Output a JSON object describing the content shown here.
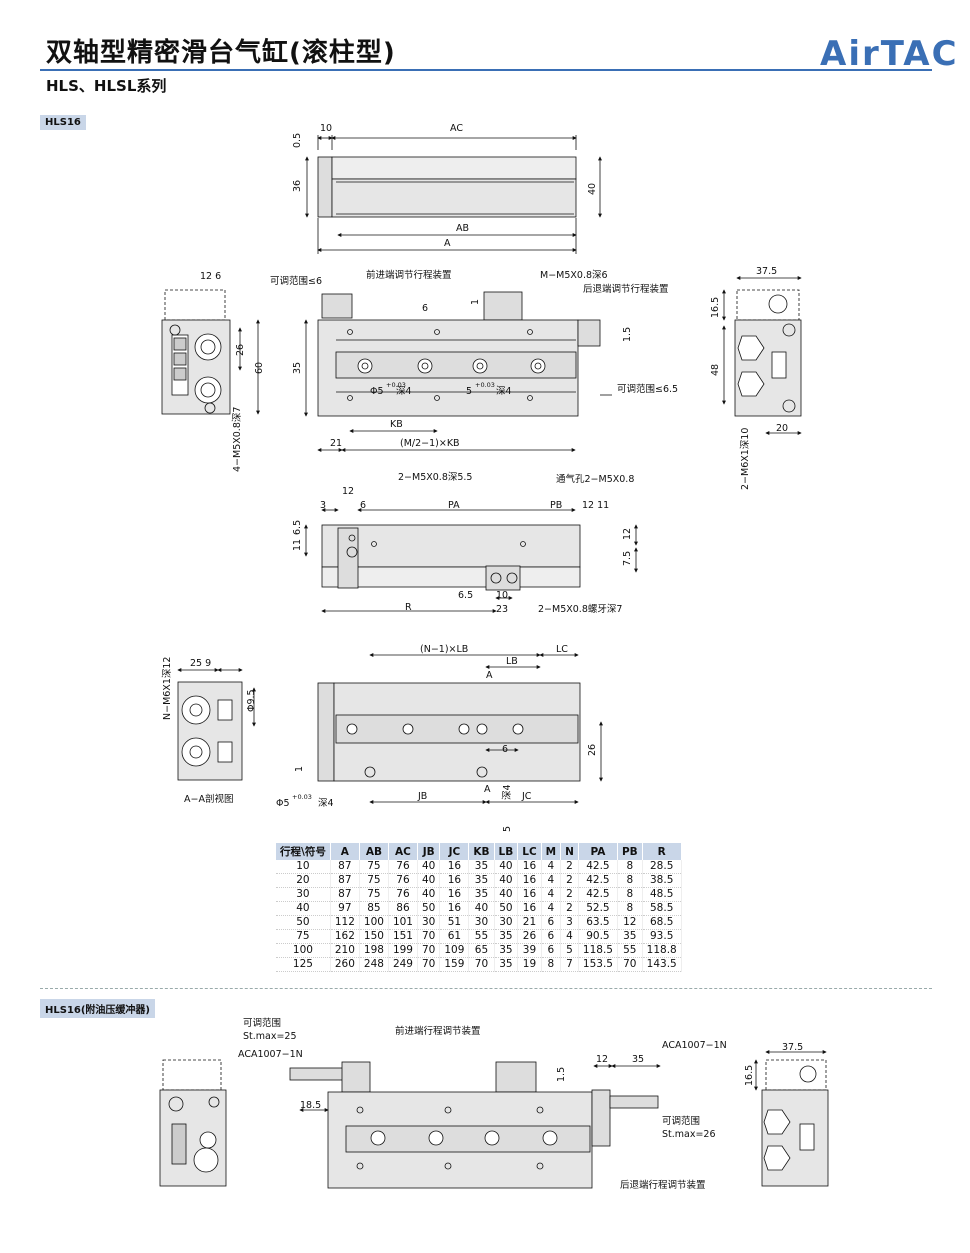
{
  "header": {
    "title": "双轴型精密滑台气缸(滚柱型)",
    "subtitle": "HLS、HLSL系列",
    "brand": "AirTAC"
  },
  "section1": {
    "tag": "HLS16"
  },
  "section2": {
    "tag": "HLS16(附油压缓冲器)"
  },
  "labels": {
    "l10": "10",
    "lAC": "AC",
    "l05": "0.5",
    "l36": "36",
    "l40": "40",
    "lAB": "AB",
    "lA": "A",
    "l12_6": "12  6",
    "lAdjRange6": "可调范围≤6",
    "lFrontAdj": "前进端调节行程装置",
    "lMM5": "M−M5X0.8深6",
    "lRearAdj": "后退端调节行程装置",
    "l6": "6",
    "l1": "1",
    "l15": "1.5",
    "l35": "35",
    "l26": "26",
    "l60": "60",
    "lPhi5": "Φ5",
    "lDeep4a": "深4",
    "l5": "5",
    "lDeep4b": "深4",
    "lAdjRange65": "可调范围≤6.5",
    "lKB": "KB",
    "l21": "21",
    "lM2KB": "(M/2−1)×KB",
    "l4M5": "4−M5X0.8深7",
    "l375": "37.5",
    "l165": "16.5",
    "l48": "48",
    "l20": "20",
    "l2M6": "2−M6X1深10",
    "l2M5a": "2−M5X0.8深5.5",
    "lVent": "通气孔2−M5X0.8",
    "l3": "3",
    "l12": "12",
    "l6b": "6",
    "lPA": "PA",
    "lPB": "PB",
    "l12_11": "12  11",
    "l11": "11",
    "l65": "6.5",
    "l12r": "12",
    "l75": "7.5",
    "l65b": "6.5",
    "l10b": "10",
    "lR": "R",
    "l23": "23",
    "l2M5b": "2−M5X0.8螺牙深7",
    "lNM6": "N−M6X1深12",
    "l25_9": "25   9",
    "lPhi95": "Φ9.5",
    "lAA": "A−A剖视图",
    "lN1LB": "(N−1)×LB",
    "lLC": "LC",
    "lLB": "LB",
    "lA2": "A",
    "l6c": "6",
    "l26b": "26",
    "l1b": "1",
    "lPhi5b": "Φ5",
    "lDeep4c": "深4",
    "lJB": "JB",
    "lA3": "A",
    "lJC": "JC",
    "l5b": "5",
    "lDeep4d": "深4",
    "tol": "+0.03",
    "tol0": "0",
    "s2AdjRange": "可调范围",
    "s2StMax25": "St.max=25",
    "s2ACA1": "ACA1007−1N",
    "s2FrontAdj": "前进端行程调节装置",
    "s2ACA2": "ACA1007−1N",
    "s2_12": "12",
    "s2_35": "35",
    "s2_15": "1.5",
    "s2_185": "18.5",
    "s2AdjRange2": "可调范围",
    "s2StMax26": "St.max=26",
    "s2RearAdj": "后退端行程调节装置",
    "s2_375": "37.5",
    "s2_165": "16.5"
  },
  "table": {
    "headers": [
      "行程\\符号",
      "A",
      "AB",
      "AC",
      "JB",
      "JC",
      "KB",
      "LB",
      "LC",
      "M",
      "N",
      "PA",
      "PB",
      "R"
    ],
    "rows": [
      [
        "10",
        "87",
        "75",
        "76",
        "40",
        "16",
        "35",
        "40",
        "16",
        "4",
        "2",
        "42.5",
        "8",
        "28.5"
      ],
      [
        "20",
        "87",
        "75",
        "76",
        "40",
        "16",
        "35",
        "40",
        "16",
        "4",
        "2",
        "42.5",
        "8",
        "38.5"
      ],
      [
        "30",
        "87",
        "75",
        "76",
        "40",
        "16",
        "35",
        "40",
        "16",
        "4",
        "2",
        "42.5",
        "8",
        "48.5"
      ],
      [
        "40",
        "97",
        "85",
        "86",
        "50",
        "16",
        "40",
        "50",
        "16",
        "4",
        "2",
        "52.5",
        "8",
        "58.5"
      ],
      [
        "50",
        "112",
        "100",
        "101",
        "30",
        "51",
        "30",
        "30",
        "21",
        "6",
        "3",
        "63.5",
        "12",
        "68.5"
      ],
      [
        "75",
        "162",
        "150",
        "151",
        "70",
        "61",
        "55",
        "35",
        "26",
        "6",
        "4",
        "90.5",
        "35",
        "93.5"
      ],
      [
        "100",
        "210",
        "198",
        "199",
        "70",
        "109",
        "65",
        "35",
        "39",
        "6",
        "5",
        "118.5",
        "55",
        "118.8"
      ],
      [
        "125",
        "260",
        "248",
        "249",
        "70",
        "159",
        "70",
        "35",
        "19",
        "8",
        "7",
        "153.5",
        "70",
        "143.5"
      ]
    ]
  },
  "colors": {
    "accent": "#3a6fb5",
    "tag_bg": "#c9d6e8",
    "body_gray": "#e6e6e6"
  }
}
